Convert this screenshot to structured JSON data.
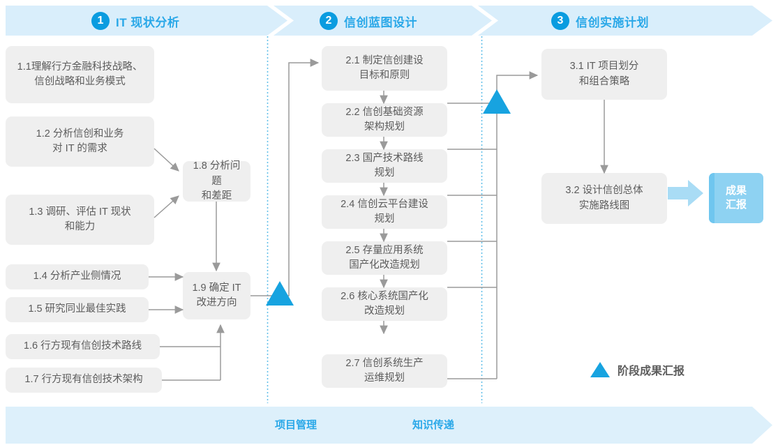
{
  "phases": [
    {
      "number": "1",
      "title": "IT 现状分析"
    },
    {
      "number": "2",
      "title": "信创蓝图设计"
    },
    {
      "number": "3",
      "title": "信创实施计划"
    }
  ],
  "boxes": {
    "b11": "1.1理解行方金融科技战略、\n信创战略和业务模式",
    "b12": "1.2 分析信创和业务\n对 IT 的需求",
    "b13": "1.3 调研、评估 IT 现状\n和能力",
    "b14": "1.4 分析产业侧情况",
    "b15": "1.5 研究同业最佳实践",
    "b16": "1.6 行方现有信创技术路线",
    "b17": "1.7 行方现有信创技术架构",
    "b18": "1.8 分析问题\n和差距",
    "b19": "1.9 确定 IT\n改进方向",
    "b21": "2.1 制定信创建设\n目标和原则",
    "b22": "2.2 信创基础资源\n架构规划",
    "b23": "2.3 国产技术路线\n规划",
    "b24": "2.4 信创云平台建设\n规划",
    "b25": "2.5 存量应用系统\n国产化改造规划",
    "b26": "2.6 核心系统国产化\n改造规划",
    "b27": "2.7 信创系统生产\n运维规划",
    "b31": "3.1 IT 项目划分\n和组合策略",
    "b32": "3.2 设计信创总体\n实施路线图"
  },
  "result_badge": "成果\n汇报",
  "legend": {
    "label": "阶段成果汇报"
  },
  "footer": {
    "items": [
      "项目管理",
      "知识传递"
    ]
  },
  "colors": {
    "accent": "#2aa8e8",
    "accent_circle": "#0a9ce0",
    "band": "#d9eefb",
    "band_footer": "#ddf0fb",
    "box_fill": "#efefef",
    "box_text": "#5c5c5c",
    "wire": "#9a9a9a",
    "triangle": "#17a3e0",
    "badge": "#8ed2f2",
    "badge_arrow": "#a9dcf5",
    "divider": "#49b6e6"
  }
}
